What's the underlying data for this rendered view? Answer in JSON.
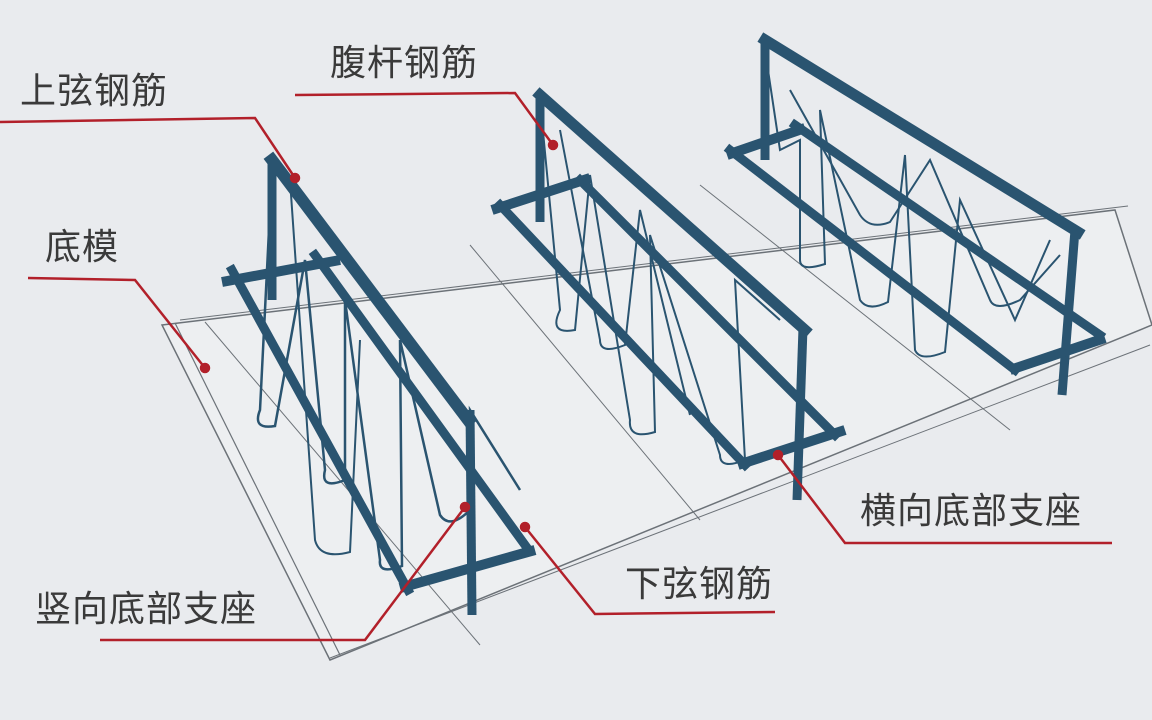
{
  "labels": {
    "top_chord": "上弦钢筋",
    "web_bar": "腹杆钢筋",
    "bottom_form": "底模",
    "transverse_support": "横向底部支座",
    "bottom_chord": "下弦钢筋",
    "vertical_support": "竖向底部支座"
  },
  "colors": {
    "steel": "#2a5470",
    "steel_edge": "#1e4058",
    "leader": "#b2202a",
    "label_text": "#3a3a3a",
    "deck_line": "#6c7278",
    "deck_fill": "#edeff1",
    "background": "#e9ebee"
  }
}
